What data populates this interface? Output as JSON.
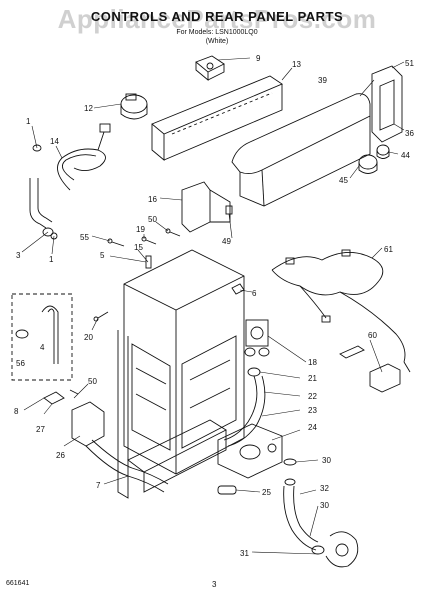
{
  "header": {
    "title": "CONTROLS AND REAR PANEL PARTS",
    "subtitle_line1": "For Models: LSN1000LQ0",
    "subtitle_line2": "(White)"
  },
  "watermark": "AppliancePartsPros.com",
  "footer": {
    "left": "661641",
    "page": "3"
  },
  "callouts": [
    "9",
    "13",
    "39",
    "51",
    "12",
    "1",
    "14",
    "36",
    "44",
    "45",
    "16",
    "3",
    "1",
    "50",
    "55",
    "19",
    "49",
    "15",
    "5",
    "61",
    "6",
    "20",
    "4",
    "56",
    "18",
    "60",
    "21",
    "50",
    "22",
    "8",
    "27",
    "23",
    "24",
    "26",
    "30",
    "7",
    "25",
    "32",
    "30",
    "31"
  ],
  "colors": {
    "line": "#111111",
    "background": "#ffffff",
    "watermark": "#969696"
  }
}
